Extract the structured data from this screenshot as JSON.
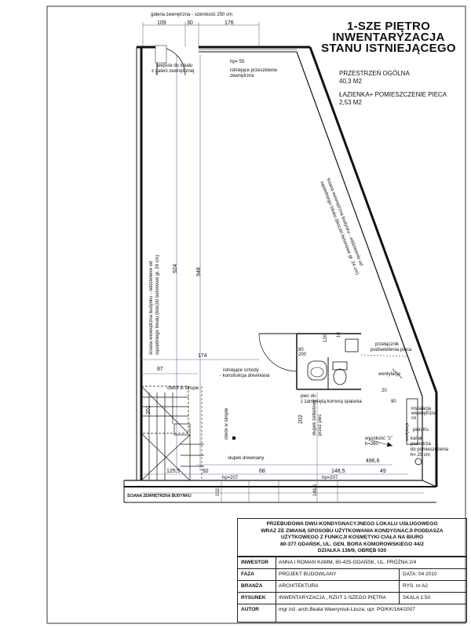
{
  "title": {
    "line1": "1-SZE PIĘTRO",
    "line2": "INWENTARYZACJA",
    "line3": "STANU ISTNIEJĄCEGO"
  },
  "areas": {
    "a_label": "PRZESTRZEŃ OGÓLNA",
    "a_value": "40,3 M2",
    "b_label": "ŁAZIENKA+ POMIESZCZENIE PIECA",
    "b_value": "2,53 M2"
  },
  "annotations": {
    "gallery": "galeria zewnętrzna - szerokość 250 cm",
    "entrance_1": "wejście do lokalu",
    "entrance_2": "z galerii zewnętrznej",
    "hp55": "hp= 55",
    "glazing_1": "istniejące przeszklenie",
    "glazing_2": "zewnętrzne",
    "left_wall_1": "ściana wewnętrzna budynku - oddzielenie od",
    "left_wall_2": "sąsiedniego lokalu (bloczki betonowe gr. 24 cm)",
    "right_wall_1": "ściana wewnętrzna budynku - oddzielenie od",
    "right_wall_2": "sąsiedniego lokalu (bloczki betonowe gr. 24 cm)",
    "stairs_1": "istniejące schody",
    "stairs_2": "- konstrukcja drewniana",
    "opening_1": "otwór w stropie",
    "opening_2": "otwór w stropie",
    "column": "słupek drewniany",
    "furnace_1": "piec do",
    "furnace_2": "z zamkniętą komorą spalania",
    "pillar_1": "słupek żelbetowy",
    "pillar_2": "przez piec",
    "switch_1": "przełącznik",
    "switch_2": "podświetlenia pieca",
    "vent_top": "wentylacja",
    "height_label": "wysokość \"z\"",
    "height_val": "h=260",
    "install_1": "instalacja",
    "install_2": "wewnętrzna",
    "install_3": "co",
    "pion": "pion Ks",
    "air_1": "kanał",
    "air_2": "powietrza",
    "air_3": "do pomieszczenia",
    "air_4": "h= 25 cm",
    "bottom_wall": "ŚCIANA ZEWNĘTRZNA BUDYNKU",
    "hp207a": "hp=207",
    "hp207b": "hp=207",
    "fan_box": "wentylacja "
  },
  "dims": {
    "d109": "109",
    "d30": "30",
    "d176": "176",
    "d924": "924",
    "d948": "948",
    "d174": "174",
    "d87": "87",
    "d201": "201",
    "d202": "202",
    "d4966": "496,6",
    "d1255": "125,5",
    "d92": "92",
    "d68": "68",
    "d1485": "148,5",
    "d49": "49",
    "d20": "20",
    "d90": "90",
    "d120": "120",
    "d10": "10",
    "d80": "80",
    "d200": "200",
    "d102": "102",
    "d1486": "148,6"
  },
  "title_block": {
    "head_1": "PRZEBUDOWA DWU-KONDYGNACYJNEGO LOKALU USŁUGOWEGO",
    "head_2": "WRAZ ZE ZMIANĄ SPOSOBU UŻYTKOWANIA KONDYGNACJI PODDASZA",
    "head_3": "UŻYTKOWEGO Z FUNKCJI KOSMETYKI CIAŁA NA BIURO",
    "head_4": "80-377 GDAŃSK, UL. GEN. BORA KOMOROWSKIEGO 44/2",
    "head_5": "DZIAŁKA 136/9, OBRĘB 020",
    "rows": [
      {
        "label": "INWESTOR",
        "value": "ANNA I ROMAN KAMM, 80-425-GDAŃSK, UL. PRÓŻNA 2/4",
        "extra": ""
      },
      {
        "label": "FAZA",
        "value": "PROJEKT BUDOWLANY",
        "extra": "DATA: 04 2010"
      },
      {
        "label": "BRANŻA",
        "value": "ARCHITEKTURA",
        "extra": "RYS. nr A2"
      },
      {
        "label": "RYSUNEK",
        "value": "INWENTARYZACJA , RZUT 1-SZEGO PIĘTRA",
        "extra": "SKALA 1:50"
      },
      {
        "label": "AUTOR",
        "value": "mgr inż. arch.Beata Wawryniuk-Lksza, upr. PO/KK/164/2007",
        "extra": ""
      }
    ]
  }
}
